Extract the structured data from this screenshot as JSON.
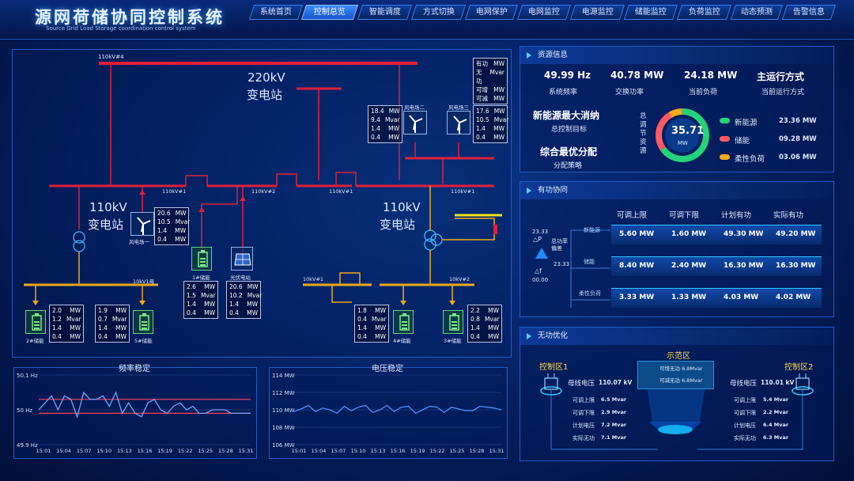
{
  "header": {
    "title": "源网荷储协同控制系统",
    "subtitle": "Source Grid Load Storage coordination control system"
  },
  "nav": [
    "系统首页",
    "控制总览",
    "智能调度",
    "方式切换",
    "电网保护",
    "电网监控",
    "电源监控",
    "储能监控",
    "负荷监控",
    "动态预测",
    "告警信息"
  ],
  "nav_active": "控制总览",
  "diagram": {
    "bus_110kv4": "110kV#4",
    "sub220": "220kV",
    "sub220b": "变电站",
    "sub110a": "110kV",
    "sub110b": "变电站",
    "sub110c": "110kV",
    "sub110d": "变电站",
    "bus1": "110kV#1",
    "bus2": "110kV#2",
    "bus3": "110kV#1",
    "bus4": "110kV#1",
    "bus10_1": "10kV1母",
    "bus10_a": "10kV#1",
    "bus10_b": "10kV#2",
    "legend_box": [
      [
        "有功",
        "MW"
      ],
      [
        "无功",
        "Mvar"
      ],
      [
        "可增",
        "MW"
      ],
      [
        "可减",
        "MW"
      ]
    ],
    "wind2": "风电场二",
    "wind3": "风电场三",
    "wind1": "风电场一",
    "wind2_vals": [
      [
        "18.4",
        "MW"
      ],
      [
        "9.4",
        "Mvar"
      ],
      [
        "1.4",
        "MW"
      ],
      [
        "0.4",
        "MW"
      ]
    ],
    "wind3_vals": [
      [
        "17.6",
        "MW"
      ],
      [
        "10.5",
        "Mvar"
      ],
      [
        "1.4",
        "MW"
      ],
      [
        "0.4",
        "MW"
      ]
    ],
    "wind1_vals": [
      [
        "20.6",
        "MW"
      ],
      [
        "10.5",
        "Mvar"
      ],
      [
        "1.4",
        "MW"
      ],
      [
        "0.4",
        "MW"
      ]
    ],
    "st1": "1#储能",
    "pv": "光伏电站",
    "st1_vals": [
      [
        "2.6",
        "MW"
      ],
      [
        "1.5",
        "Mvar"
      ],
      [
        "1.4",
        "MW"
      ],
      [
        "0.4",
        "MW"
      ]
    ],
    "pv_vals": [
      [
        "20.6",
        "MW"
      ],
      [
        "10.2",
        "Mvar"
      ],
      [
        "1.4",
        "MW"
      ],
      [
        "0.4",
        "MW"
      ]
    ],
    "st2": "2#储能",
    "st5": "5#储能",
    "st4": "4#储能",
    "st3": "3#储能",
    "st2_vals": [
      [
        "2.0",
        "MW"
      ],
      [
        "1.2",
        "Mvar"
      ],
      [
        "1.4",
        "MW"
      ],
      [
        "0.4",
        "MW"
      ]
    ],
    "st5_vals": [
      [
        "1.9",
        "MW"
      ],
      [
        "0.7",
        "Mvar"
      ],
      [
        "1.4",
        "MW"
      ],
      [
        "0.4",
        "MW"
      ]
    ],
    "st4_vals": [
      [
        "1.8",
        "MW"
      ],
      [
        "0.4",
        "Mvar"
      ],
      [
        "1.4",
        "MW"
      ],
      [
        "0.4",
        "MW"
      ]
    ],
    "st3_vals": [
      [
        "2.2",
        "MW"
      ],
      [
        "0.8",
        "Mvar"
      ],
      [
        "1.4",
        "MW"
      ],
      [
        "0.4",
        "MW"
      ]
    ]
  },
  "freq_chart": {
    "title": "频率稳定",
    "ticks_y": [
      "50.1 Hz",
      "50 Hz",
      "49.9 Hz"
    ],
    "ticks_x": [
      "15:01",
      "15:04",
      "15:07",
      "15:10",
      "15:13",
      "15:16",
      "15:19",
      "15:22",
      "15:25",
      "15:28",
      "15:31"
    ],
    "series": [
      50.0,
      50.02,
      50.04,
      50.0,
      50.04,
      50.03,
      49.98,
      50.05,
      50.03,
      50.03,
      50.04,
      50.01,
      50.05,
      49.99,
      50.02,
      49.99,
      49.98,
      50.02,
      50.03,
      50.0,
      49.99,
      50.01,
      50.02,
      50.0,
      50.01,
      49.99,
      49.99,
      50.0,
      50.0,
      50.0,
      49.99,
      49.99,
      49.99,
      49.99
    ],
    "limits": [
      50.03,
      49.99
    ]
  },
  "volt_chart": {
    "title": "电压稳定",
    "ticks_y": [
      "114 MW",
      "112 MW",
      "110 MW",
      "108 MW",
      "106 MW"
    ],
    "ticks_x": [
      "15:01",
      "15:04",
      "15:07",
      "15:10",
      "15:13",
      "15:16",
      "15:19",
      "15:22",
      "15:25",
      "15:28",
      "15:31"
    ],
    "series": [
      109.8,
      110.1,
      110.5,
      109.8,
      110.2,
      110.0,
      109.6,
      110.4,
      109.9,
      110.3,
      110.5,
      109.7,
      110.0,
      110.5,
      109.8,
      110.3,
      110.4,
      109.6,
      110.0,
      110.4,
      110.3,
      109.7,
      110.3,
      110.1,
      109.9,
      109.9,
      110.4,
      110.3,
      110.2,
      110.0
    ]
  },
  "resource": {
    "header": "资源信息",
    "stats": [
      {
        "v": "49.99 Hz",
        "l": "系统频率"
      },
      {
        "v": "40.78 MW",
        "l": "交换功率"
      },
      {
        "v": "24.18 MW",
        "l": "当前负荷"
      },
      {
        "v": "主运行方式",
        "l": "当前运行方式"
      }
    ],
    "goal1": "新能源最大消纳",
    "goal1_sub": "总控制目标",
    "goal2": "综合最优分配",
    "goal2_sub": "分配策略",
    "ring_label": "总调节资源",
    "ring_value": "35.71",
    "ring_unit": "MW",
    "legend": [
      {
        "n": "新能源",
        "v": "23.36 MW",
        "c": "#25d27a"
      },
      {
        "n": "储能",
        "v": "09.28 MW",
        "c": "#ff5a62"
      },
      {
        "n": "柔性负荷",
        "v": "03.06 MW",
        "c": "#f2a916"
      }
    ]
  },
  "active": {
    "header": "有功协同",
    "cols": [
      "可调上限",
      "可调下限",
      "计划有功",
      "实际有功"
    ],
    "rows": [
      {
        "name": "新能源",
        "vals": [
          "5.60 MW",
          "1.60 MW",
          "49.30 MW",
          "49.20 MW"
        ]
      },
      {
        "name": "储能",
        "vals": [
          "8.40 MW",
          "2.40 MW",
          "16.30 MW",
          "16.30 MW"
        ]
      },
      {
        "name": "柔性负荷",
        "vals": [
          "3.33 MW",
          "1.33 MW",
          "4.03 MW",
          "4.02 MW"
        ]
      }
    ],
    "dp": "23.33",
    "dp_sym": "△P",
    "dev": "总功率偏差",
    "dev_val": "23.33",
    "df_sym": "△f",
    "df": "00.00"
  },
  "reactive": {
    "header": "无功优化",
    "zone1": "控制区1",
    "zone2": "控制区2",
    "demo": "示范区",
    "demo_l1": "可增无功",
    "demo_v1": "6.8Mvar",
    "demo_l2": "可减无功",
    "demo_v2": "6.8Mvar",
    "left": [
      {
        "l": "母线电压",
        "v": "110.07 kV"
      },
      {
        "l": "可调上限",
        "v": "6.5 Mvar"
      },
      {
        "l": "可调下限",
        "v": "2.9 Mvar"
      },
      {
        "l": "计划电压",
        "v": "7.2 Mvar"
      },
      {
        "l": "实际无功",
        "v": "7.1 Mvar"
      }
    ],
    "right": [
      {
        "l": "母线电压",
        "v": "110.01 kV"
      },
      {
        "l": "可调上限",
        "v": "5.4 Mvar"
      },
      {
        "l": "可调下限",
        "v": "2.2 Mvar"
      },
      {
        "l": "计划电压",
        "v": "6.4 Mvar"
      },
      {
        "l": "实际无功",
        "v": "6.3 Mvar"
      }
    ]
  }
}
